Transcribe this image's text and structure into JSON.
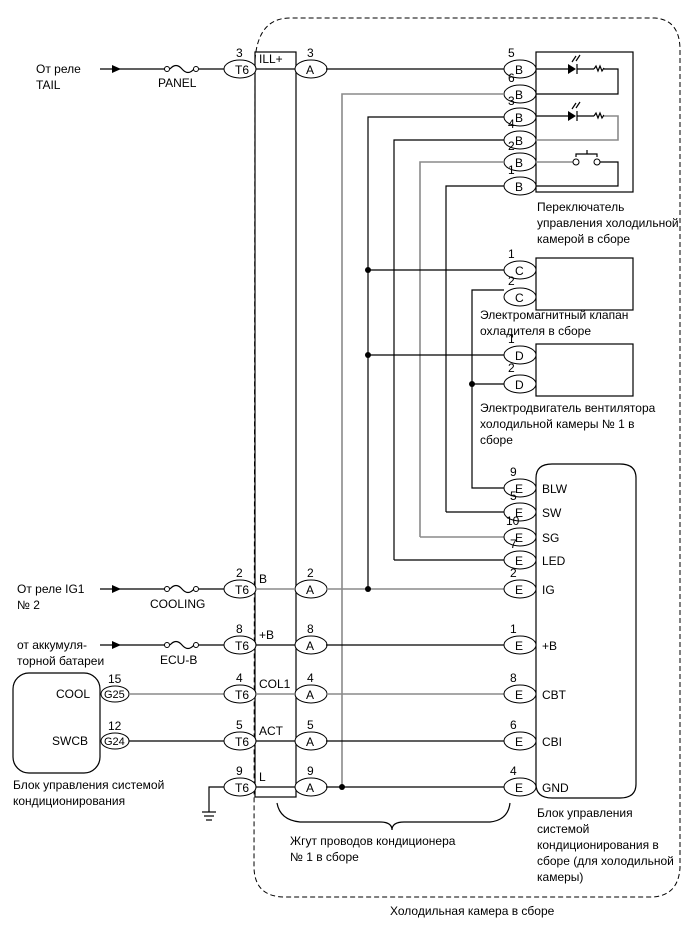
{
  "sources": {
    "tail": {
      "line1": "От реле",
      "line2": "TAIL",
      "fuse": "PANEL"
    },
    "ig1": {
      "line1": "От реле IG1",
      "line2": "№ 2",
      "fuse": "COOLING"
    },
    "battery": {
      "line1": "от аккумуля-",
      "line2": "торной батареи",
      "fuse": "ECU-B"
    }
  },
  "ac_ecu": {
    "label_line1": "Блок управления системой",
    "label_line2": "кондиционирования",
    "pins": [
      {
        "name": "COOL",
        "connector": "G25",
        "pin": "15"
      },
      {
        "name": "SWCB",
        "connector": "G24",
        "pin": "12"
      }
    ]
  },
  "harness": {
    "connector_t": "T6",
    "connector_a": "A",
    "rows": [
      {
        "key": "ill",
        "t_pin": "3",
        "signal": "ILL+",
        "a_pin": "3"
      },
      {
        "key": "b",
        "t_pin": "2",
        "signal": "B",
        "a_pin": "2"
      },
      {
        "key": "pb",
        "t_pin": "8",
        "signal": "+B",
        "a_pin": "8"
      },
      {
        "key": "col1",
        "t_pin": "4",
        "signal": "COL1",
        "a_pin": "4"
      },
      {
        "key": "act",
        "t_pin": "5",
        "signal": "ACT",
        "a_pin": "5"
      },
      {
        "key": "l",
        "t_pin": "9",
        "signal": "L",
        "a_pin": "9"
      }
    ],
    "label_line1": "Жгут проводов кондиционера",
    "label_line2": "№ 1 в сборе"
  },
  "switch_assy": {
    "connector": "B",
    "pins": [
      "5",
      "6",
      "3",
      "4",
      "2",
      "1"
    ],
    "label_lines": [
      "Переключатель",
      "управления холодильной",
      "камерой в сборе"
    ]
  },
  "valve": {
    "connector": "C",
    "pins": [
      "1",
      "2"
    ],
    "label_lines": [
      "Электромагнитный клапан",
      "охладителя в сборе"
    ]
  },
  "fan_motor": {
    "connector": "D",
    "pins": [
      "1",
      "2"
    ],
    "label_lines": [
      "Электродвигатель вентилятора",
      "холодильной камеры № 1 в",
      "сборе"
    ]
  },
  "cool_ecu": {
    "connector": "E",
    "pins": [
      {
        "pin": "9",
        "name": "BLW"
      },
      {
        "pin": "5",
        "name": "SW"
      },
      {
        "pin": "10",
        "name": "SG"
      },
      {
        "pin": "7",
        "name": "LED"
      },
      {
        "pin": "2",
        "name": "IG"
      },
      {
        "pin": "1",
        "name": "+B"
      },
      {
        "pin": "8",
        "name": "CBT"
      },
      {
        "pin": "6",
        "name": "CBI"
      },
      {
        "pin": "4",
        "name": "GND"
      }
    ],
    "label_lines": [
      "Блок управления",
      "системой",
      "кондиционирования в",
      "сборе (для холодильной",
      "камеры)"
    ]
  },
  "enclosure_label": "Холодильная камера в сборе",
  "colors": {
    "wire_black": "#000000",
    "wire_gray": "#8a8a8a"
  }
}
